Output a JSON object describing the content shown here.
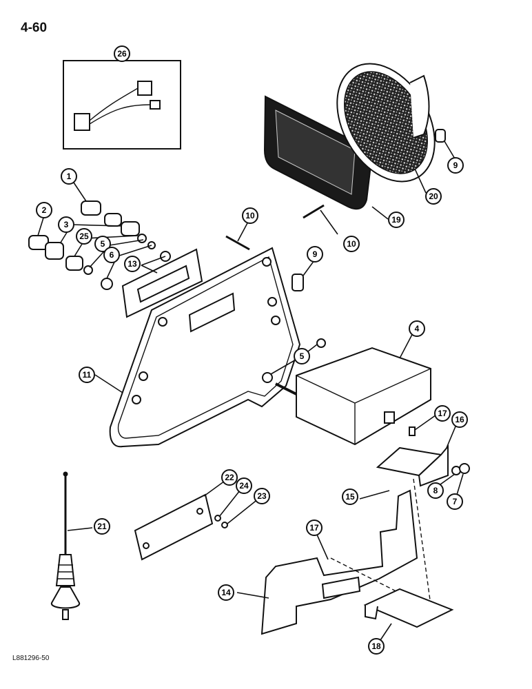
{
  "page": {
    "number": "4-60",
    "figure_code": "L881296-50"
  },
  "callouts": [
    {
      "id": "c26",
      "label": "26"
    },
    {
      "id": "c1",
      "label": "1"
    },
    {
      "id": "c2",
      "label": "2"
    },
    {
      "id": "c3",
      "label": "3"
    },
    {
      "id": "c25",
      "label": "25"
    },
    {
      "id": "c5a",
      "label": "5"
    },
    {
      "id": "c6",
      "label": "6"
    },
    {
      "id": "c13",
      "label": "13"
    },
    {
      "id": "c10a",
      "label": "10"
    },
    {
      "id": "c10b",
      "label": "10"
    },
    {
      "id": "c19",
      "label": "19"
    },
    {
      "id": "c20",
      "label": "20"
    },
    {
      "id": "c9a",
      "label": "9"
    },
    {
      "id": "c9b",
      "label": "9"
    },
    {
      "id": "c4",
      "label": "4"
    },
    {
      "id": "c5b",
      "label": "5"
    },
    {
      "id": "c11",
      "label": "11"
    },
    {
      "id": "c17a",
      "label": "17"
    },
    {
      "id": "c16",
      "label": "16"
    },
    {
      "id": "c8",
      "label": "8"
    },
    {
      "id": "c7",
      "label": "7"
    },
    {
      "id": "c15",
      "label": "15"
    },
    {
      "id": "c22",
      "label": "22"
    },
    {
      "id": "c24",
      "label": "24"
    },
    {
      "id": "c23",
      "label": "23"
    },
    {
      "id": "c21",
      "label": "21"
    },
    {
      "id": "c17b",
      "label": "17"
    },
    {
      "id": "c14",
      "label": "14"
    },
    {
      "id": "c18",
      "label": "18"
    }
  ]
}
